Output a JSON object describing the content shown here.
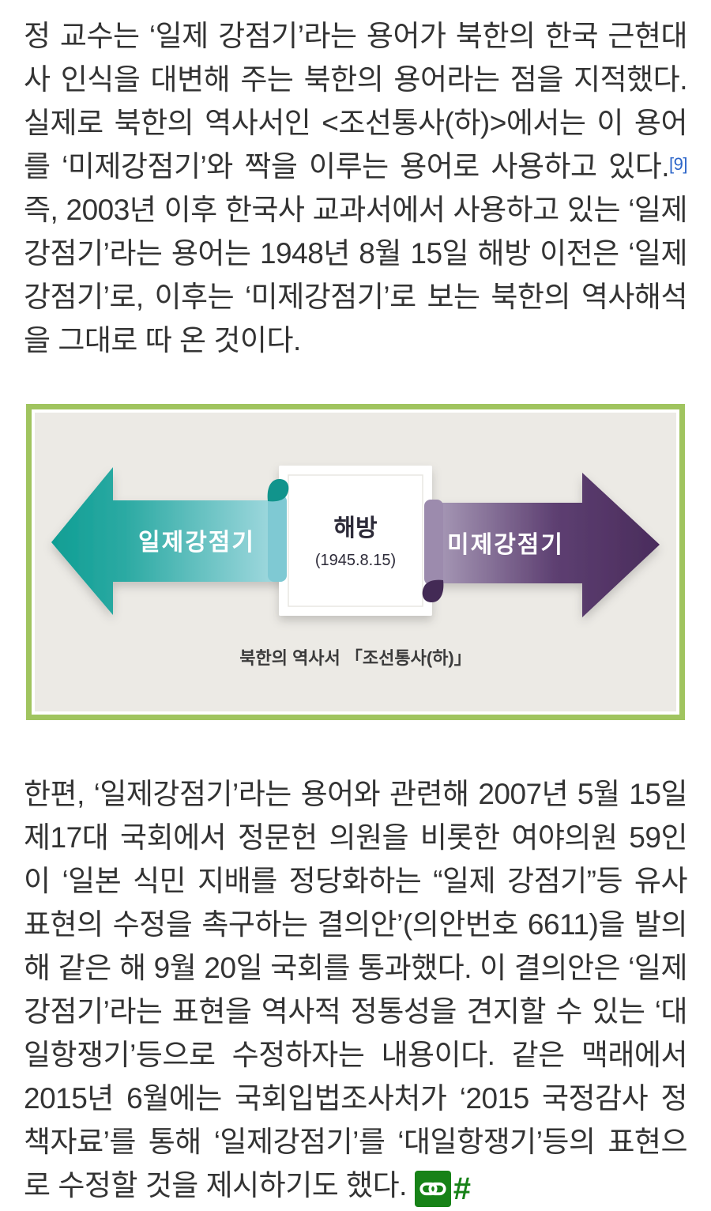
{
  "paragraph1": {
    "text_before_ref": "정 교수는 ‘일제 강점기’라는 용어가 북한의 한국 근현대사 인식을 대변해 주는 북한의 용어라는 점을 지적했다. 실제로 북한의 역사서인 <조선통사(하)>에서는 이 용어를 ‘미제강점기’와 짝을 이루는 용어로 사용하고 있다.",
    "footnote_ref": "[9]",
    "text_after_ref": " 즉, 2003년 이후 한국사 교과서에서 사용하고 있는 ‘일제강점기’라는 용어는 1948년 8월 15일 해방 이전은 ‘일제강점기’로, 이후는 ‘미제강점기’로 보는 북한의 역사해석을 그대로 따 온 것이다."
  },
  "figure": {
    "left_arrow_label": "일제강점기",
    "center_box": {
      "title": "해방",
      "date": "(1945.8.15)"
    },
    "right_arrow_label": "미제강점기",
    "caption": "북한의 역사서 「조선통사(하)」",
    "colors": {
      "border_green": "#a0c45f",
      "background": "#eceae5",
      "teal_dark": "#0f9e94",
      "teal_light": "#a7dbe2",
      "teal_strip": "#7fc9d3",
      "teal_fold": "#11948c",
      "purple_light": "#ab9eba",
      "purple_dark": "#4a2c5c",
      "purple_strip": "#9c8bad",
      "purple_fold": "#432a55",
      "box_text": "#2c2a38",
      "caption_text": "#3b3b3b"
    }
  },
  "paragraph2": {
    "text": "한편, ‘일제강점기’라는 용어와 관련해 2007년 5월 15일 제17대 국회에서 정문헌 의원을 비롯한 여야의원 59인이 ‘일본 식민 지배를 정당화하는 “일제 강점기”등 유사 표현의 수정을 촉구하는 결의안’(의안번호 6611)을 발의해 같은 해 9월 20일 국회를 통과했다. 이 결의안은 ‘일제강점기’라는 표현을 역사적 정통성을 견지할 수 있는 ‘대일항쟁기’등으로 수정하자는 내용이다. 같은 맥래에서 2015년 6월에는 국회입법조사처가 ‘2015 국정감사 정책자료’를 통해 ‘일제강점기’를 ‘대일항쟁기’등의 표현으로 수정할 것을 제시하기도 했다.",
    "external_link_label": "#"
  },
  "colors": {
    "body_text": "#333333",
    "footnote_link_blue": "#2d66c9",
    "external_link_green": "#178217"
  }
}
